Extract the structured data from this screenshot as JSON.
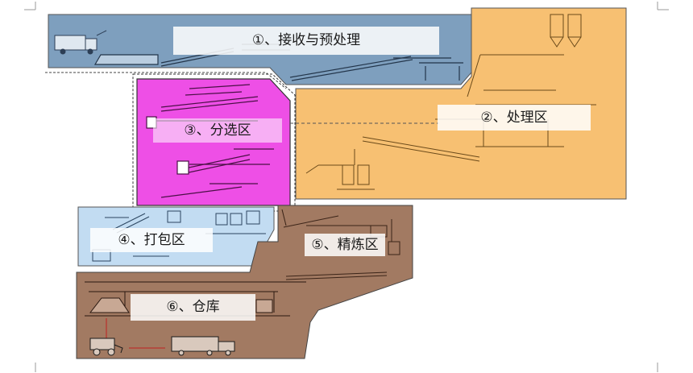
{
  "zones": [
    {
      "id": "zone-1",
      "label": "①、接收与预处理",
      "color": "#7e9fbe"
    },
    {
      "id": "zone-2",
      "label": "②、处理区",
      "color": "#f7c072"
    },
    {
      "id": "zone-3",
      "label": "③、分选区",
      "color": "#ee4fe6"
    },
    {
      "id": "zone-4",
      "label": "④、打包区",
      "color": "#c2dcf2"
    },
    {
      "id": "zone-5",
      "label": "⑤、精炼区",
      "color": "#a27a62"
    },
    {
      "id": "zone-6",
      "label": "⑥、仓库",
      "color": "#a27a62"
    }
  ]
}
